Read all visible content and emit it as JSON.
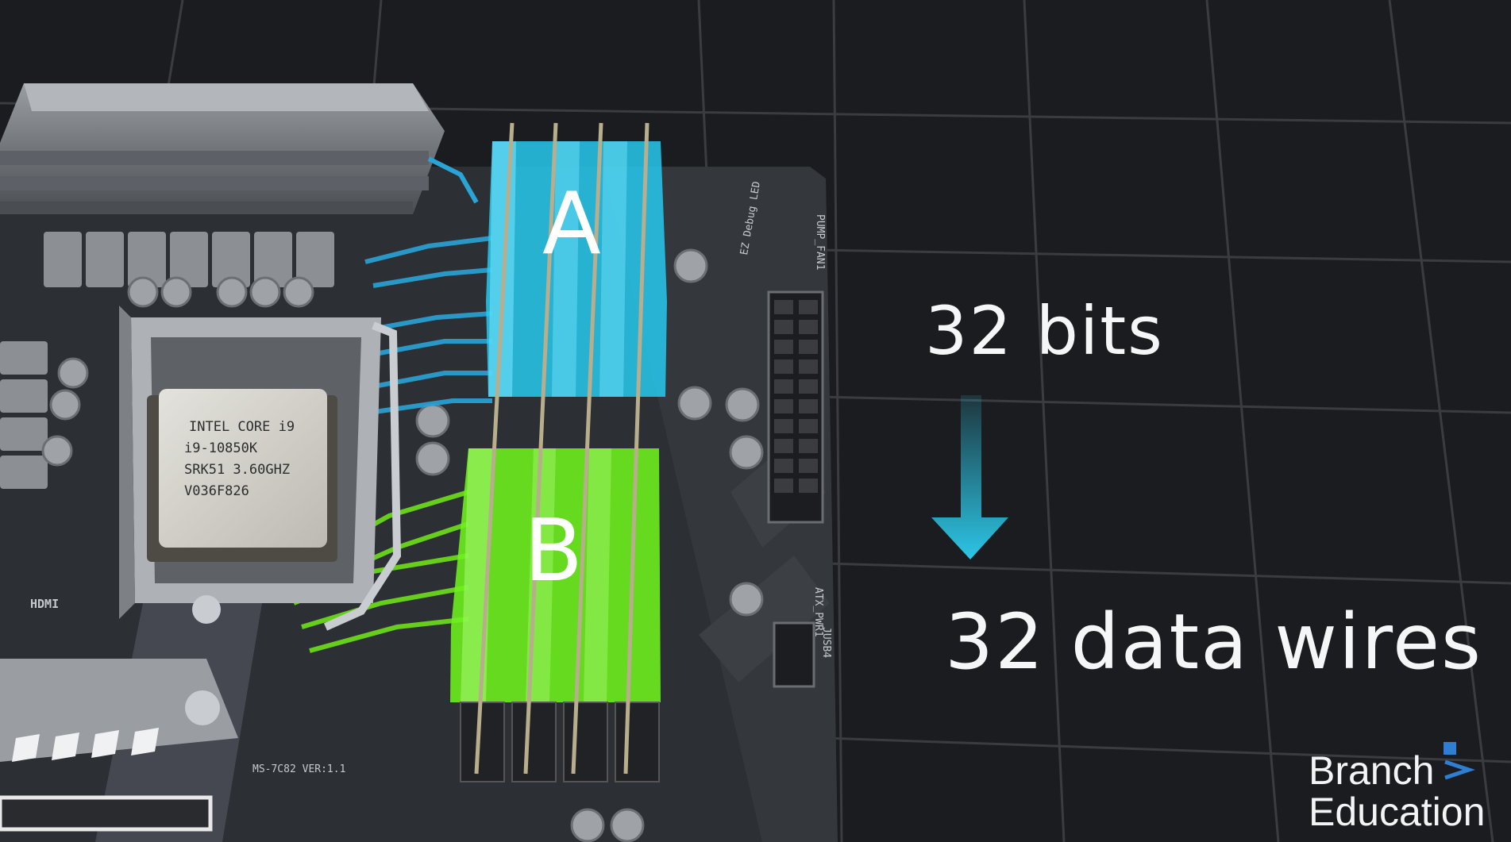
{
  "captions": {
    "bits": "32 bits",
    "wires": "32 data wires"
  },
  "modules": {
    "a_label": "A",
    "b_label": "B"
  },
  "cpu": {
    "line1": "INTEL CORE i9",
    "line2": "i9-10850K",
    "line3": "SRK51 3.60GHZ",
    "line4": "V036F826"
  },
  "board": {
    "hdmi": "HDMI",
    "model": "MS-7C82 VER:1.1",
    "debug": "EZ Debug LED",
    "atx": "ATX_PWR1",
    "usb": "JUSB4",
    "fan": "PUMP_FAN1"
  },
  "logo": {
    "line1": "Branch",
    "line2": "Education"
  },
  "colors": {
    "background": "#1b1c1f",
    "module_a": "#27c9ee",
    "module_b": "#6ef21c",
    "arrow": "#2cc6e6",
    "text": "#f4f6f8"
  }
}
